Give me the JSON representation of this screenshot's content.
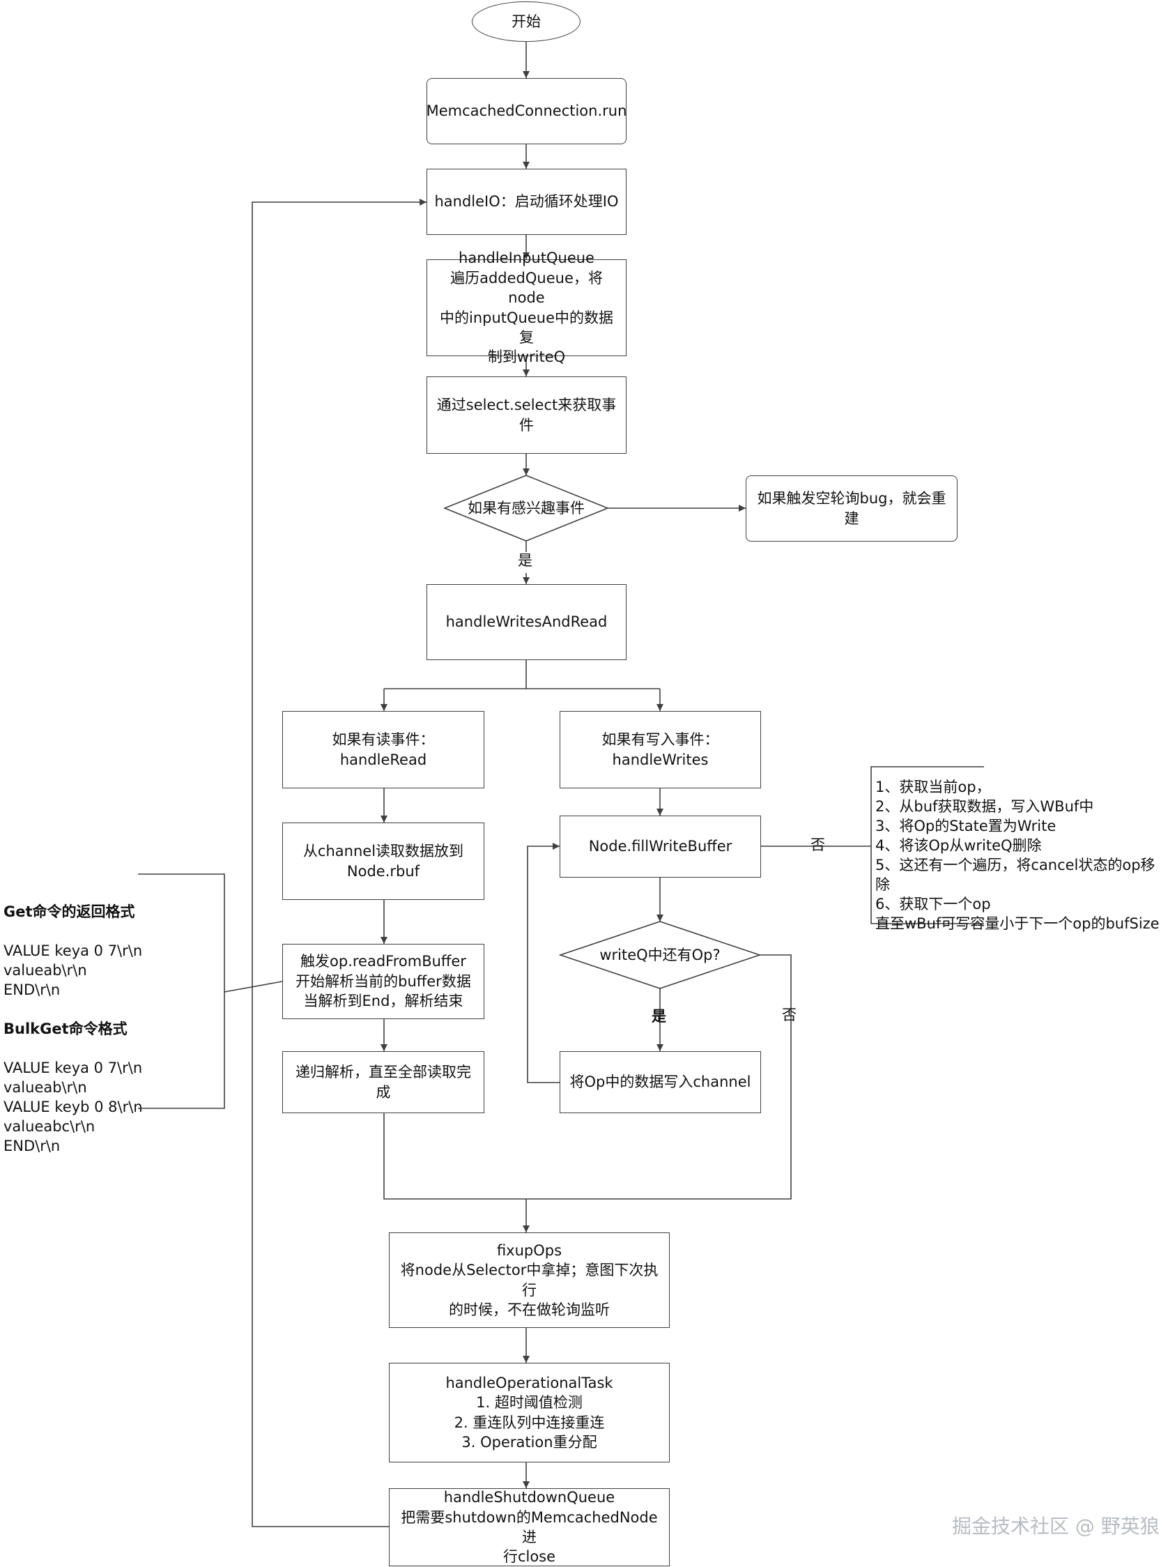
{
  "nodes": {
    "start": "开始",
    "run": "MemcachedConnection.run",
    "handle_io": "handleIO：启动循环处理IO",
    "input_queue": "handleInputQueue\n遍历addedQueue，将node\n中的inputQueue中的数据复\n制到writeQ",
    "select": "通过select.select来获取事件",
    "interest_decision": "如果有感兴趣事件",
    "rebuild": "如果触发空轮询bug，就会重建",
    "writes_and_read": "handleWritesAndRead",
    "read_event": "如果有读事件：\nhandleRead",
    "write_event": "如果有写入事件：\nhandleWrites",
    "channel_read": "从channel读取数据放到\nNode.rbuf",
    "fill_write_buffer": "Node.fillWriteBuffer",
    "read_from_buffer": "触发op.readFromBuffer\n开始解析当前的buffer数据\n当解析到End，解析结束",
    "writeq_decision": "writeQ中还有Op?",
    "recursive_parse": "递归解析，直至全部读取完成",
    "write_channel": "将Op中的数据写入channel",
    "fixup_ops": "fixupOps\n将node从Selector中拿掉；意图下次执行\n的时候，不在做轮询监听",
    "operational_task": "handleOperationalTask\n1. 超时阈值检测\n2. 重连队列中连接重连\n3. Operation重分配",
    "shutdown_queue": "handleShutdownQueue\n把需要shutdown的MemcachedNode进\n行close"
  },
  "edge_labels": {
    "yes_interest": "是",
    "no_fill": "否",
    "yes_writeq": "是",
    "no_writeq": "否"
  },
  "notes": {
    "fill_note": "1、获取当前op，\n2、从buf获取数据，写入WBuf中\n3、将Op的State置为Write\n4、将该Op从writeQ删除\n5、这还有一个遍历，将cancel状态的op移除\n6、获取下一个op\n直至wBuf可写容量小于下一个op的bufSize",
    "get_format_title": "Get命令的返回格式",
    "get_format_body": "VALUE keya 0 7\\r\\n\nvalueab\\r\\n\nEND\\r\\n",
    "bulkget_format_title": "BulkGet命令格式",
    "bulkget_format_body": "VALUE keya 0 7\\r\\n\nvalueab\\r\\n\nVALUE keyb 0 8\\r\\n\nvalueabc\\r\\n\nEND\\r\\n"
  },
  "watermark": "掘金技术社区 @ 野英狼",
  "colors": {
    "line": "#3f3f3f",
    "watermark": "#b7bcc4",
    "text": "#111111"
  }
}
